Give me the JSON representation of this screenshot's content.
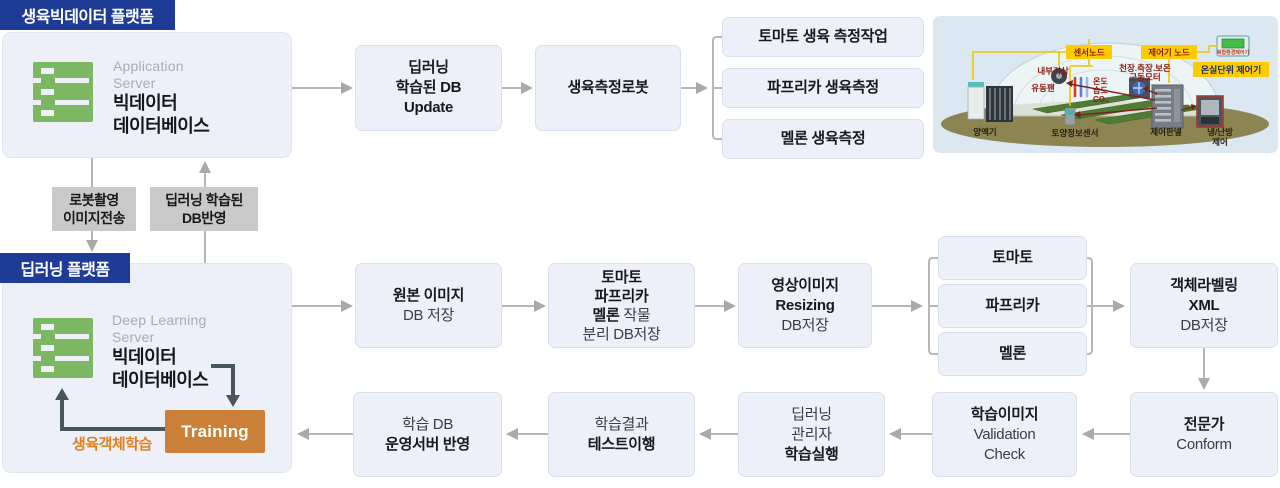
{
  "colors": {
    "navy": "#1e3b96",
    "box_fill": "#edf0f8",
    "gray_box": "#c9c9c9",
    "server_green": "#7cb862",
    "training_orange": "#ca8036",
    "orange_text": "#e0811d",
    "slate_arrow": "#49565f",
    "flow_arrow": "#b7b7b7"
  },
  "platforms": {
    "bigdata": {
      "badge": "생육빅데이터 플랫폼",
      "server_label_line1": "Application",
      "server_label_line2": "Server",
      "db_line1": "빅데이터",
      "db_line2": "데이터베이스"
    },
    "deeplearning": {
      "badge": "딥러닝 플랫폼",
      "server_label_line1": "Deep Learning",
      "server_label_line2": "Server",
      "db_line1": "빅데이터",
      "db_line2": "데이터베이스",
      "training_label": "Training",
      "training_note": "생육객체학습"
    }
  },
  "transfer": {
    "down_line1": "로봇촬영",
    "down_line2": "이미지전송",
    "up_line1": "딥러닝 학습된",
    "up_line2": "DB반영"
  },
  "top_flow": {
    "db_update": {
      "line1": "딥러닝",
      "line2": "학습된 DB",
      "line3": "Update"
    },
    "robot": "생육측정로봇",
    "tasks": [
      "토마토 생육 측정작업",
      "파프리카 생육측정",
      "멜론 생육측정"
    ]
  },
  "mid_flow": {
    "origin": {
      "line1": "원본 이미지",
      "line2": "DB 저장"
    },
    "separate": {
      "line1": "토마토",
      "line2": "파프리카",
      "line3_bold": "멜론",
      "line3_rest": " 작물",
      "line4": "분리 DB저장"
    },
    "resize": {
      "line1": "영상이미지",
      "line2": "Resizing",
      "line3": "DB저장"
    },
    "crops": [
      "토마토",
      "파프리카",
      "멜론"
    ],
    "labeling": {
      "line1": "객체라벨링",
      "line2": "XML",
      "line3": "DB저장"
    }
  },
  "bottom_flow": {
    "deploy": {
      "line1": "학습 DB",
      "line2": "운영서버 반영"
    },
    "test": {
      "line1": "학습결과",
      "line2": "테스트이행"
    },
    "run": {
      "line1": "딥러닝",
      "line2": "관리자",
      "line3": "학습실행"
    },
    "validation": {
      "line1": "학습이미지",
      "line2": "Validation",
      "line3": "Check"
    },
    "confirm": {
      "line1": "전문가",
      "line2": "Conform"
    }
  },
  "greenhouse": {
    "labels": {
      "sensor_node": "센서노드",
      "controller_node": "제어기 노드",
      "greenhouse_controller": "온실단위 제어기",
      "device_caption": "복합환경제어기",
      "indoor_weather": "내부기상",
      "motor_line1": "천장.측장.보온",
      "motor_line2": "구동모터",
      "temp": "온도",
      "humidity": "습도",
      "co2": "CO₂",
      "fan": "유동팬",
      "nutrient": "양액기",
      "soil_sensor": "토양정보센서",
      "control_panel": "제어판넬",
      "hvac_line1": "냉/난방",
      "hvac_line2": "제어"
    }
  }
}
